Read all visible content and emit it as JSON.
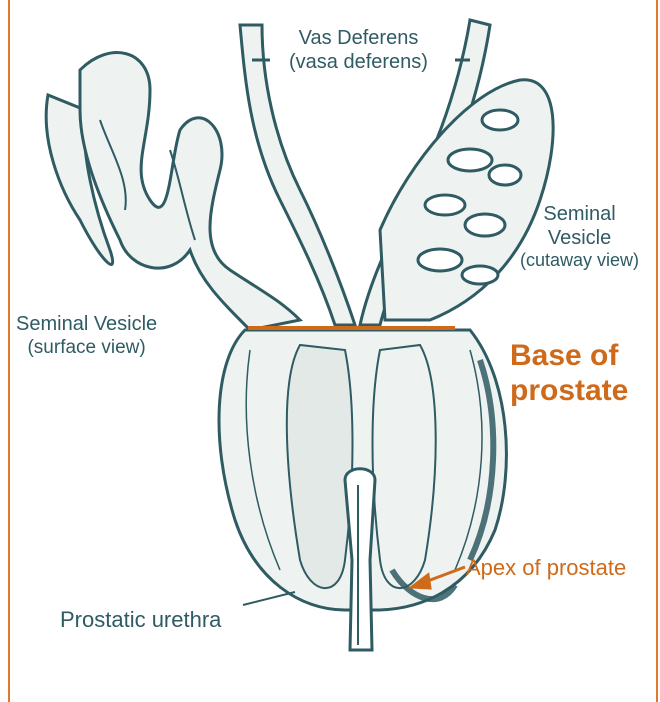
{
  "labels": {
    "vas_deferens": {
      "line1": "Vas Deferens",
      "line2": "(vasa deferens)"
    },
    "seminal_cutaway": {
      "line1": "Seminal",
      "line2": "Vesicle",
      "line3": "(cutaway view)"
    },
    "seminal_surface": {
      "line1": "Seminal Vesicle",
      "line2": "(surface view)"
    },
    "base": {
      "line1": "Base of",
      "line2": "prostate"
    },
    "apex": "Apex of prostate",
    "urethra": "Prostatic urethra"
  },
  "colors": {
    "ink": "#2f5b63",
    "tissue_fill": "#eef2f0",
    "accent": "#cf6a1a",
    "frame": "#e07a2a"
  }
}
